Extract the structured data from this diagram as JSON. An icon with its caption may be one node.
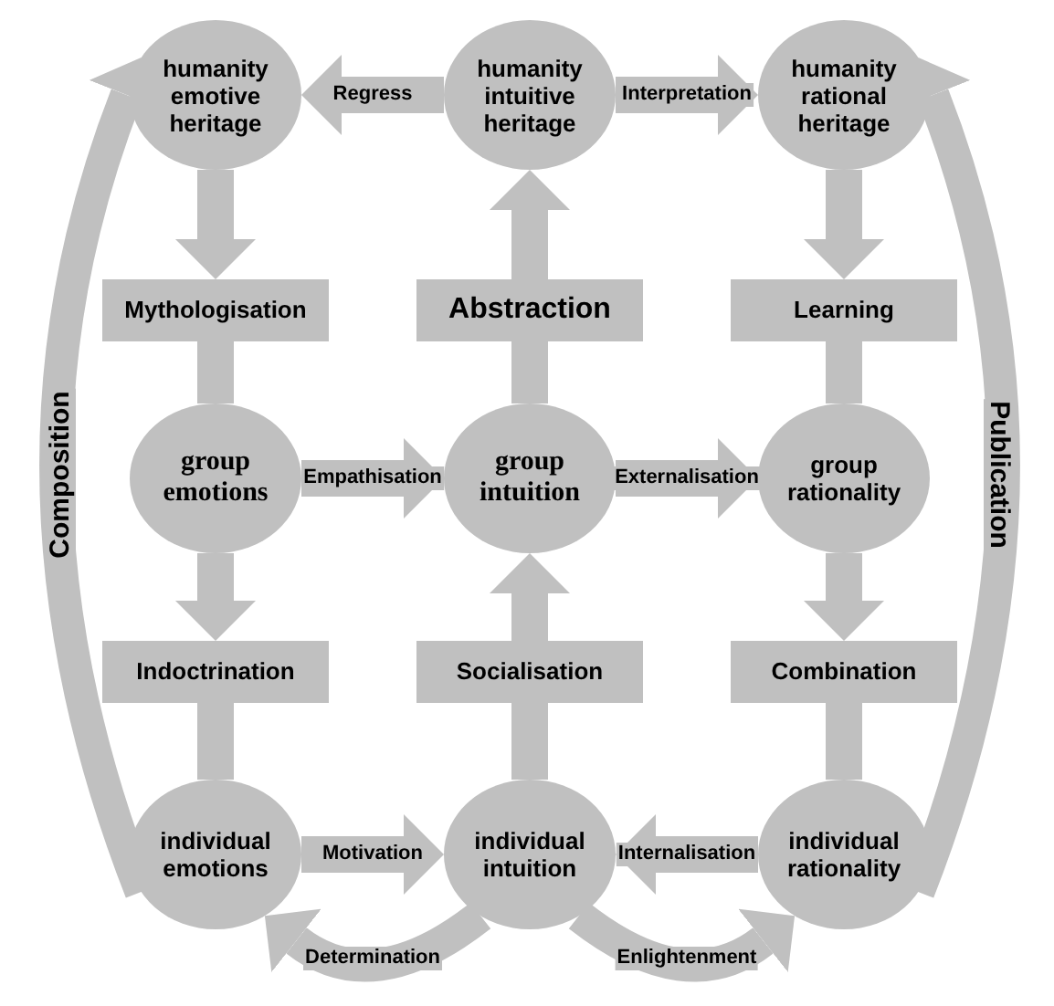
{
  "diagram": {
    "nodes": [
      {
        "text": [
          "humanity emotive heritage"
        ]
      },
      {
        "text": [
          "humanity intuitive heritage"
        ]
      },
      {
        "text": [
          "humanity rational heritage"
        ]
      },
      {
        "text": [
          "Mythologisation"
        ]
      },
      {
        "text": [
          "Abstraction"
        ]
      },
      {
        "text": [
          "Learning"
        ]
      },
      {
        "text": [
          "group emotions"
        ]
      },
      {
        "text": [
          "group intuition"
        ]
      },
      {
        "text": [
          "group rationality"
        ]
      },
      {
        "text": [
          "Indoctrination"
        ]
      },
      {
        "text": [
          "Socialisation"
        ]
      },
      {
        "text": [
          "Combination"
        ]
      },
      {
        "text": [
          "individual emotions"
        ]
      },
      {
        "text": [
          "individual intuition"
        ]
      },
      {
        "text": [
          "individual rationality"
        ]
      }
    ],
    "edges": [
      {
        "from": 1,
        "to": 0,
        "arrow": "to",
        "label": "Regress"
      },
      {
        "from": 1,
        "to": 2,
        "arrow": "to",
        "label": "Interpretation"
      },
      {
        "from": 0,
        "to": 3,
        "arrow": "to"
      },
      {
        "from": 3,
        "to": 6,
        "arrow": "none"
      },
      {
        "from": 6,
        "to": 9,
        "arrow": "to"
      },
      {
        "from": 9,
        "to": 12,
        "arrow": "none"
      },
      {
        "from": 7,
        "to": 4,
        "arrow": "none"
      },
      {
        "from": 4,
        "to": 1,
        "arrow": "to"
      },
      {
        "from": 13,
        "to": 10,
        "arrow": "none"
      },
      {
        "from": 10,
        "to": 7,
        "arrow": "to"
      },
      {
        "from": 2,
        "to": 5,
        "arrow": "to"
      },
      {
        "from": 5,
        "to": 8,
        "arrow": "none"
      },
      {
        "from": 8,
        "to": 11,
        "arrow": "to"
      },
      {
        "from": 11,
        "to": 14,
        "arrow": "none"
      },
      {
        "from": 6,
        "to": 7,
        "arrow": "to",
        "label": "Empathisation"
      },
      {
        "from": 7,
        "to": 8,
        "arrow": "to",
        "label": "Externalisation"
      },
      {
        "from": 12,
        "to": 13,
        "arrow": "to",
        "label": "Motivation"
      },
      {
        "from": 14,
        "to": 13,
        "arrow": "to",
        "label": "Internalisation"
      },
      {
        "from": 13,
        "to": 12,
        "arrow": "to",
        "label": "Determination"
      },
      {
        "from": 13,
        "to": 14,
        "arrow": "to",
        "label": "Enlightenment"
      },
      {
        "from": 12,
        "to": 0,
        "arrow": "to",
        "label": "Composition"
      },
      {
        "from": 14,
        "to": 2,
        "arrow": "to",
        "label": "Publication"
      }
    ]
  }
}
